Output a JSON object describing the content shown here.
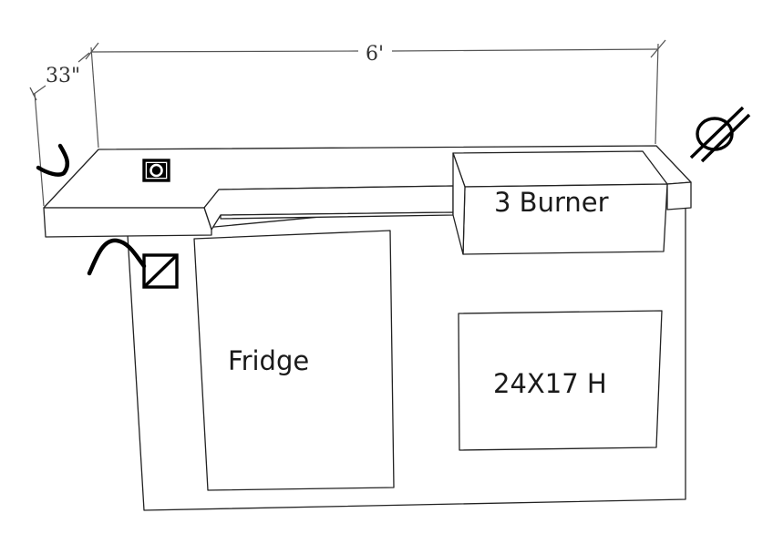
{
  "dimensions": {
    "width_label": "6'",
    "depth_label": "33\""
  },
  "components": {
    "burner_label": "3 Burner",
    "fridge_label": "Fridge",
    "door_label": "24X17 H"
  },
  "symbols": {
    "outlet": "outlet-icon",
    "access_panel": "access-panel-icon",
    "gas_line": "gas-line-icon",
    "water_line": "water-line-icon",
    "drain_line": "drain-line-icon"
  },
  "colors": {
    "outline": "#222222",
    "dimension": "#555555",
    "marker": "#000000"
  }
}
